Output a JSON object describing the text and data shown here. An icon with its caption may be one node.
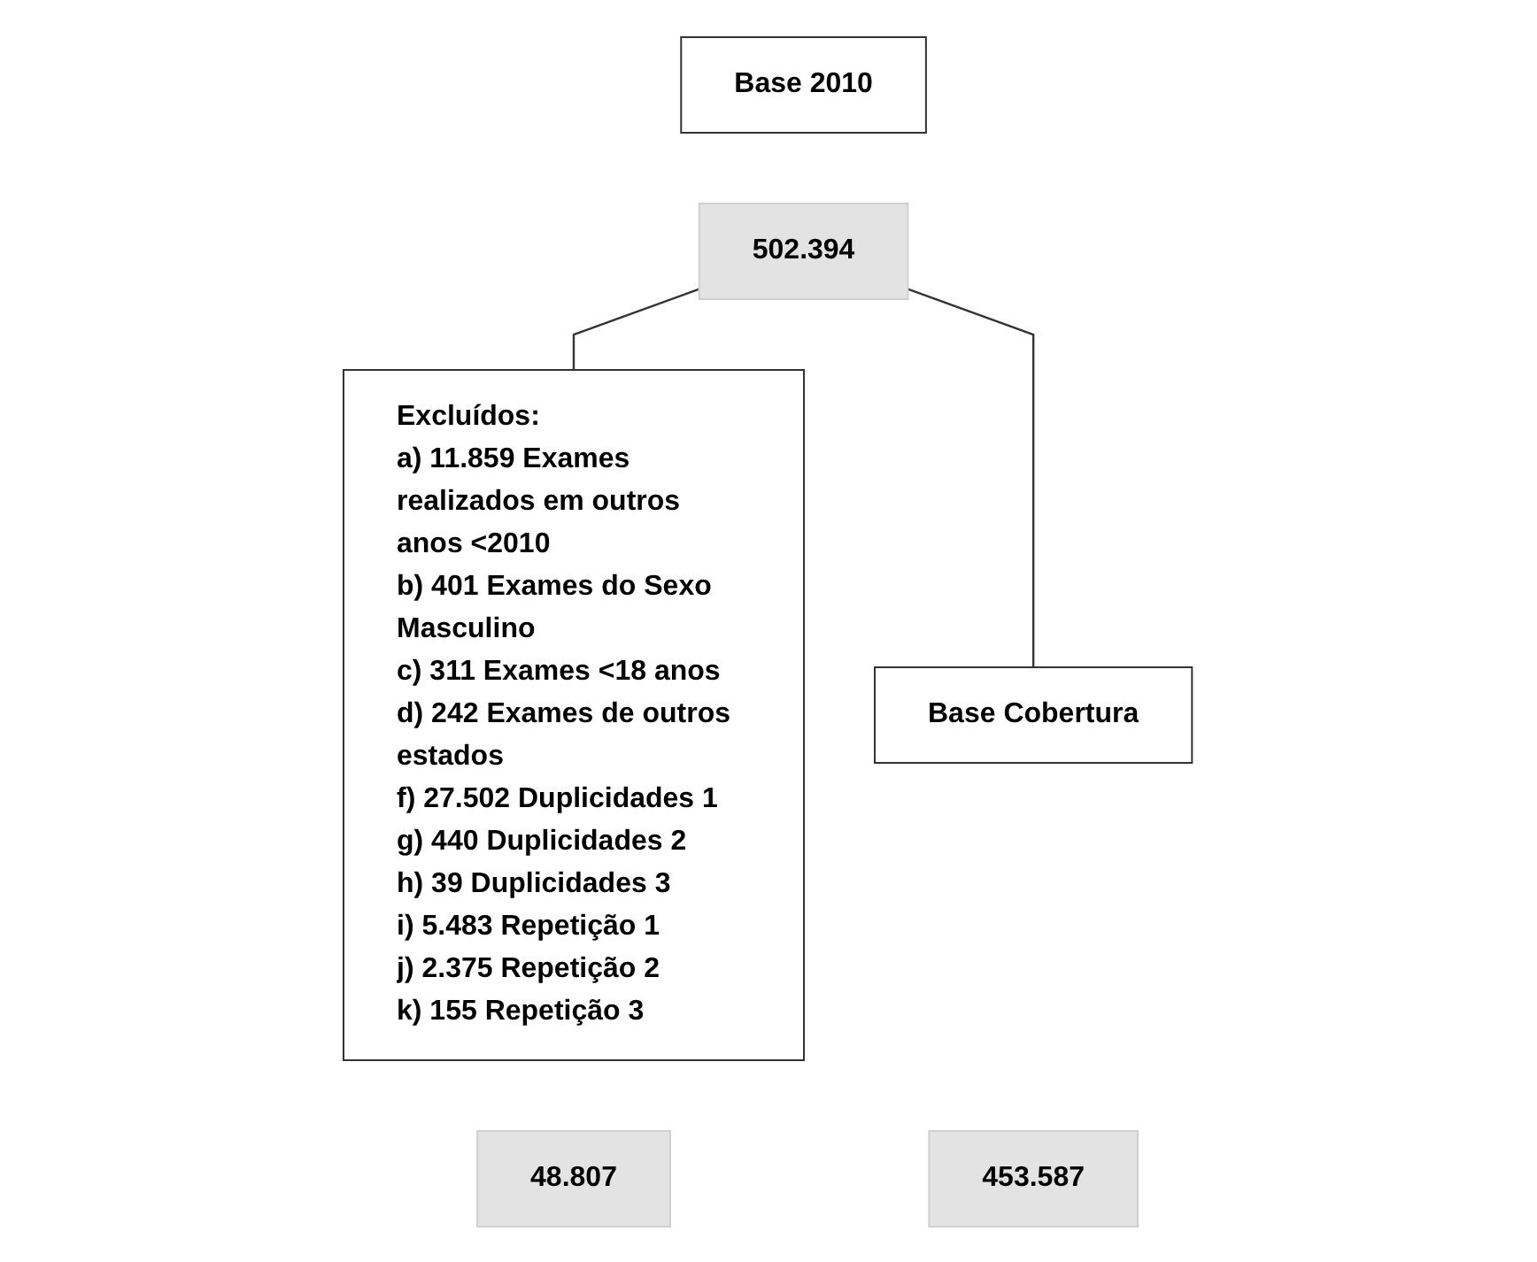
{
  "diagram": {
    "nodes": [
      {
        "text": [
          "Base 2010"
        ]
      },
      {
        "text": [
          "502.394"
        ]
      },
      {
        "text": [
          "Excluídos:",
          "a) 11.859 Exames realizados em outros anos <2010",
          "b) 401 Exames do Sexo Masculino",
          "c) 311 Exames <18 anos",
          "d) 242 Exames de outros estados",
          "f) 27.502 Duplicidades 1",
          "g) 440 Duplicidades 2",
          "h) 39 Duplicidades 3",
          "i) 5.483 Repetição 1",
          "j) 2.375 Repetição 2",
          "k) 155 Repetição 3"
        ]
      },
      {
        "text": [
          "48.807"
        ]
      },
      {
        "text": [
          "Base Cobertura"
        ]
      },
      {
        "text": [
          "453.587"
        ]
      }
    ],
    "edges": [
      {
        "from": 1,
        "to": 2,
        "arrow": "none"
      },
      {
        "from": 1,
        "to": 4,
        "arrow": "none"
      }
    ]
  }
}
